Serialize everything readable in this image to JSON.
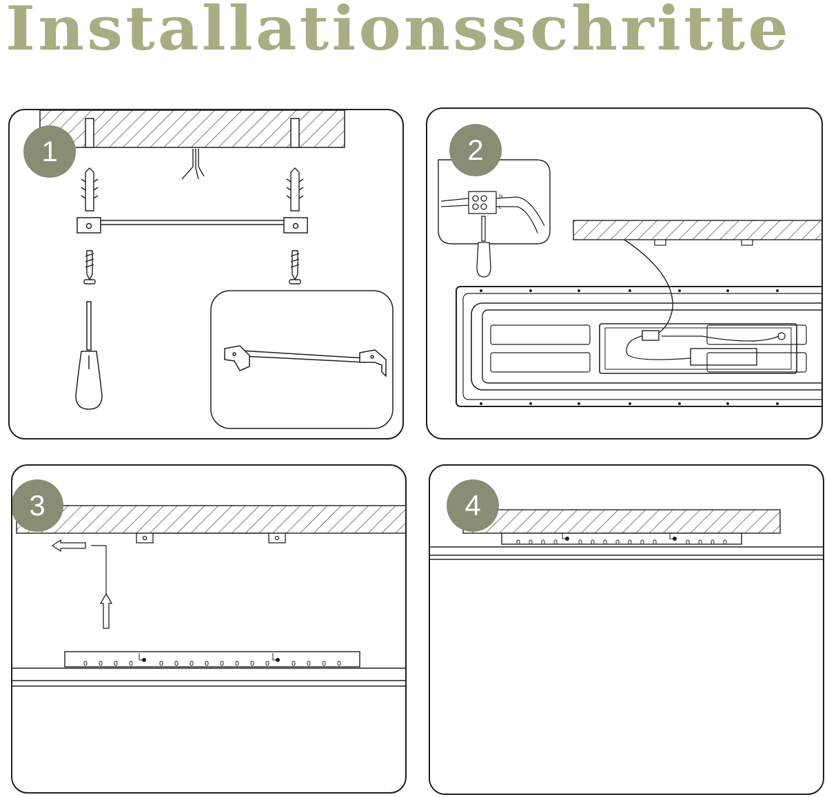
{
  "title": "Installationsschritte",
  "colors": {
    "accent": "#a9ad84",
    "badge": "#888d73",
    "line": "#1e1e1e"
  },
  "steps": [
    {
      "number": "1"
    },
    {
      "number": "2",
      "terminal_labels": [
        "N",
        "L"
      ]
    },
    {
      "number": "3"
    },
    {
      "number": "4"
    }
  ]
}
